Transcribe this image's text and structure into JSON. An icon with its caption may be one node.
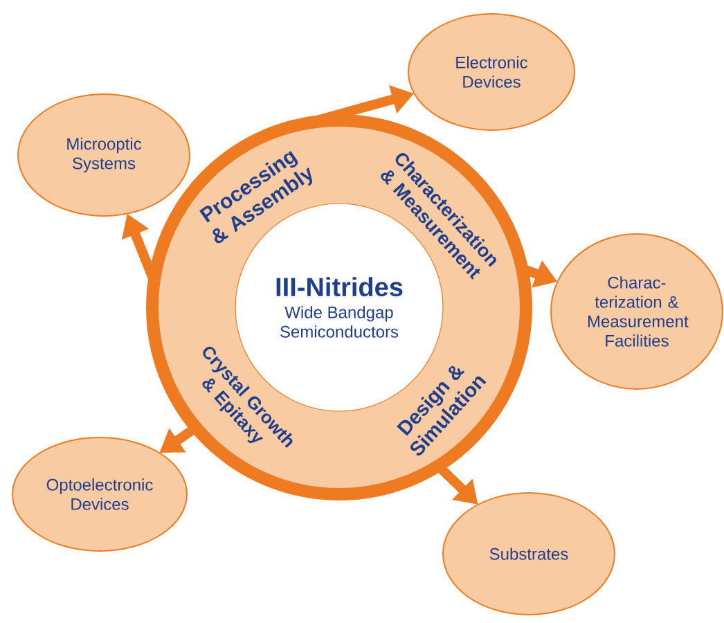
{
  "diagram": {
    "nodes": [
      {
        "text": [
          "Processing & Assembly",
          "Characterization & Measurement",
          "Design & Simulation",
          "Crystal Growth & Epitaxy"
        ]
      },
      {
        "text": [
          "III-Nitrides",
          "Wide Bandgap Semiconductors"
        ],
        "in": 0
      },
      {
        "text": [
          "Microoptic Systems"
        ]
      },
      {
        "text": [
          "Electronic Devices"
        ]
      },
      {
        "text": [
          "Charac-terization & Measurement Facilities"
        ]
      },
      {
        "text": [
          "Substrates"
        ]
      },
      {
        "text": [
          "Optoelectronic Devices"
        ]
      }
    ],
    "edges": [
      {
        "from": 0,
        "to": 2,
        "arrow": "to"
      },
      {
        "from": 0,
        "to": 3,
        "arrow": "to"
      },
      {
        "from": 0,
        "to": 4,
        "arrow": "to"
      },
      {
        "from": 0,
        "to": 5,
        "arrow": "to"
      },
      {
        "from": 0,
        "to": 6,
        "arrow": "to"
      }
    ]
  }
}
